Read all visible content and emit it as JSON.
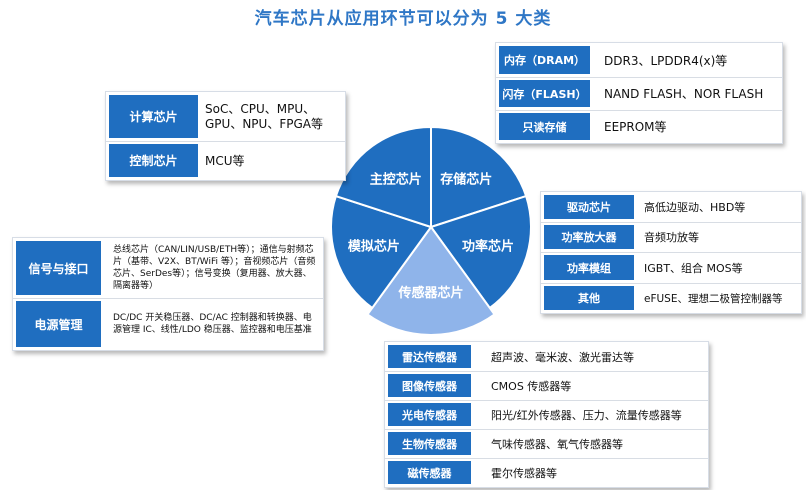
{
  "title": "汽车芯片从应用环节可以分为 5 大类",
  "colors": {
    "primary": "#1f6ec0",
    "title": "#2f77c6",
    "sensor_slice": "#8fb4ea",
    "sensor_label": "#5b8fdd"
  },
  "pie": {
    "segments": [
      {
        "label": "存储芯片",
        "value": 1
      },
      {
        "label": "功率芯片",
        "value": 1
      },
      {
        "label": "传感器芯片",
        "value": 1
      },
      {
        "label": "模拟芯片",
        "value": 1
      },
      {
        "label": "主控芯片",
        "value": 1
      }
    ]
  },
  "compute_panel": [
    {
      "label": "计算芯片",
      "value": "SoC、CPU、MPU、GPU、NPU、FPGA等"
    },
    {
      "label": "控制芯片",
      "value": "MCU等"
    }
  ],
  "storage_panel": [
    {
      "label": "内存（DRAM）",
      "value": "DDR3、LPDDR4(x)等"
    },
    {
      "label": "闪存（FLASH）",
      "value": "NAND FLASH、NOR FLASH"
    },
    {
      "label": "只读存储",
      "value": "EEPROM等"
    }
  ],
  "power_panel": [
    {
      "label": "驱动芯片",
      "value": "高低边驱动、HBD等"
    },
    {
      "label": "功率放大器",
      "value": "音频功放等"
    },
    {
      "label": "功率模组",
      "value": "IGBT、组合 MOS等"
    },
    {
      "label": "其他",
      "value": "eFUSE、理想二极管控制器等"
    }
  ],
  "analog_panel": [
    {
      "label": "信号与接口",
      "value": "总线芯片（CAN/LIN/USB/ETH等）；通信与射频芯片（基带、V2X、BT/WiFi 等）；音视频芯片（音频芯片、SerDes等）；信号变换（复用器、放大器、隔离器等）"
    },
    {
      "label": "电源管理",
      "value": "DC/DC 开关稳压器、DC/AC 控制器和转换器、电源管理 IC、线性/LDO 稳压器、监控器和电压基准"
    }
  ],
  "sensor_panel": [
    {
      "label": "雷达传感器",
      "value": "超声波、毫米波、激光雷达等"
    },
    {
      "label": "图像传感器",
      "value": "CMOS 传感器等"
    },
    {
      "label": "光电传感器",
      "value": "阳光/红外传感器、压力、流量传感器等"
    },
    {
      "label": "生物传感器",
      "value": "气味传感器、氧气传感器等"
    },
    {
      "label": "磁传感器",
      "value": "霍尔传感器等"
    }
  ]
}
